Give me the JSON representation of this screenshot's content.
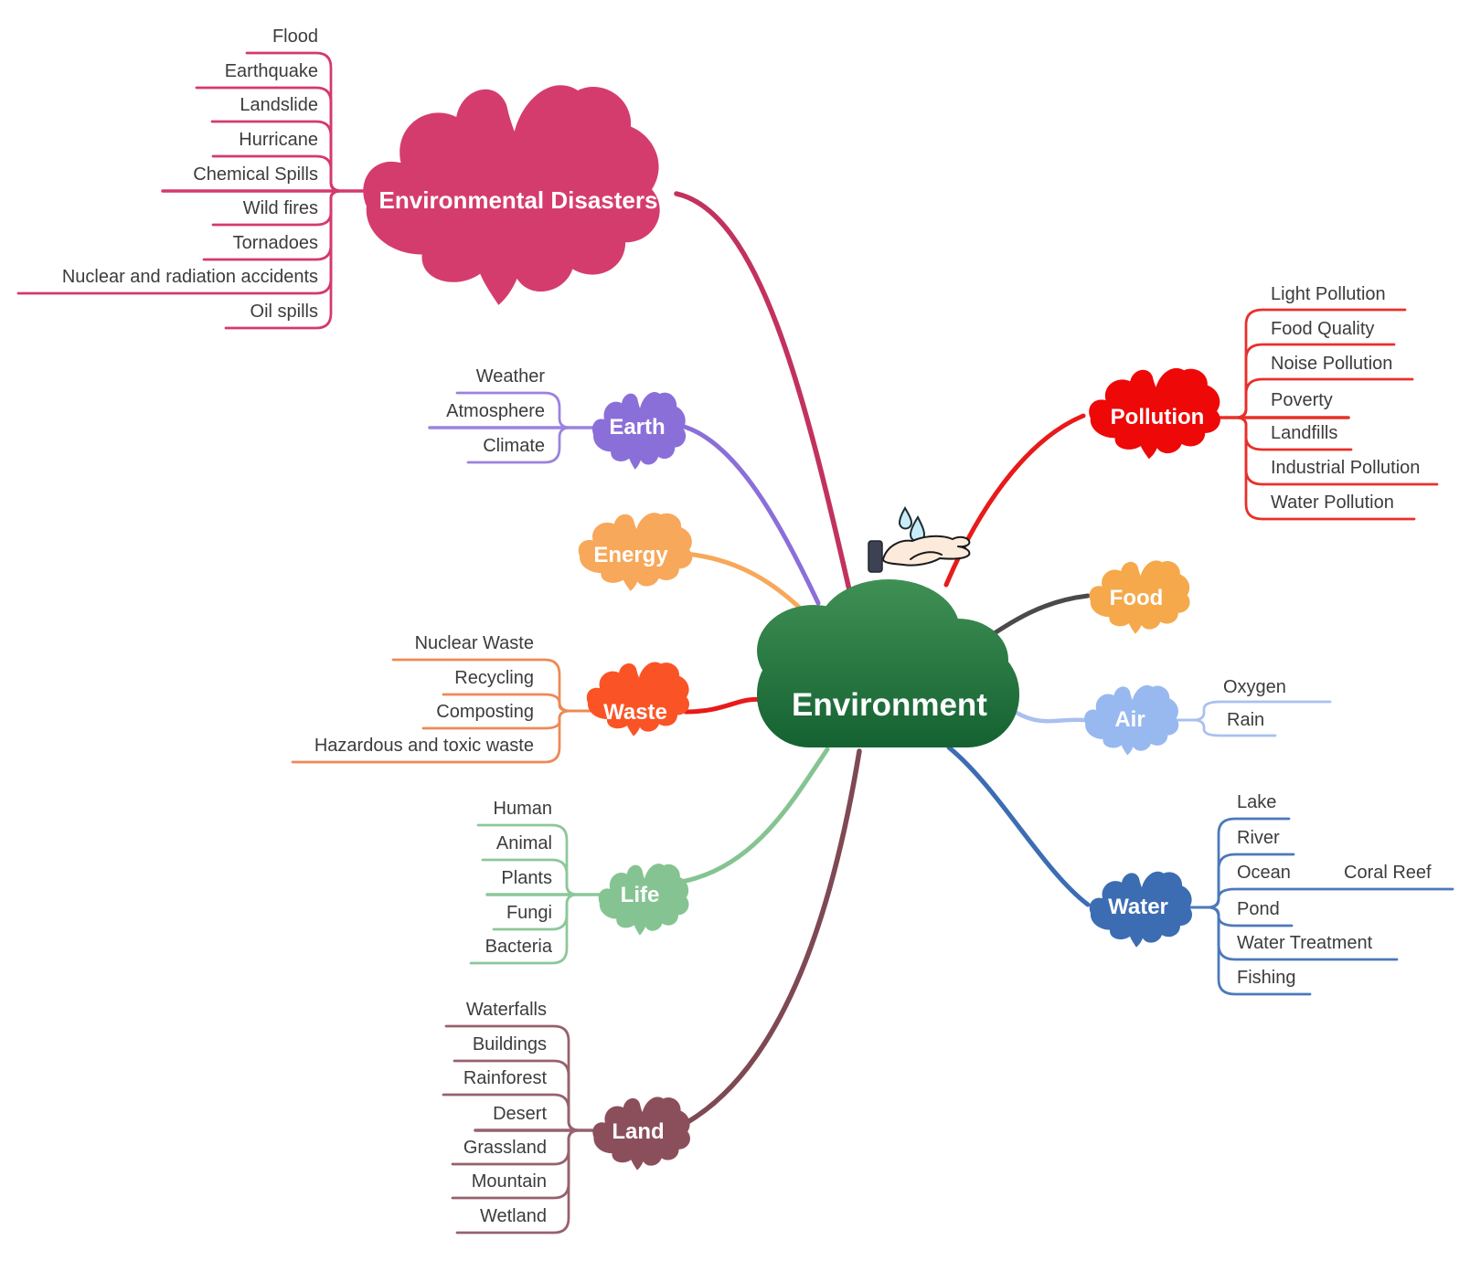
{
  "palette": {
    "background": "#FFFFFF",
    "child_text": "#3C3C3C",
    "center_top": "#449559",
    "center_bottom": "#136030",
    "center_text": "#FFFFFF"
  },
  "center": {
    "label": "Environment"
  },
  "icon": {
    "name": "hand-with-water-drops",
    "drop_color": "#C9EDF8",
    "drop_outline": "#1C2B33",
    "hand_color": "#FCEBDB",
    "hand_outline": "#1A1A1A",
    "cuff_color": "#3C4154"
  },
  "branches": [
    {
      "id": "disasters",
      "label": "Environmental Disasters",
      "color": "#D53C6E",
      "line_color": "#D5396D",
      "connector_color": "#C2325F",
      "children": [
        "Flood",
        "Earthquake",
        "Landslide",
        "Hurricane",
        "Chemical Spills",
        "Wild fires",
        "Tornadoes",
        "Nuclear and radiation accidents",
        "Oil spills"
      ]
    },
    {
      "id": "earth",
      "label": "Earth",
      "color": "#8B6FD9",
      "line_color": "#9B82DE",
      "connector_color": "#8B6FD9",
      "children": [
        "Weather",
        "Atmosphere",
        "Climate"
      ]
    },
    {
      "id": "energy",
      "label": "Energy",
      "color": "#F7A85A",
      "line_color": "#F7A85A",
      "connector_color": "#F7A85A",
      "children": []
    },
    {
      "id": "waste",
      "label": "Waste",
      "color": "#FA5426",
      "line_color": "#EC8A58",
      "connector_color": "#E81A1A",
      "children": [
        "Nuclear Waste",
        "Recycling",
        "Composting",
        "Hazardous and toxic waste"
      ]
    },
    {
      "id": "life",
      "label": "Life",
      "color": "#85C492",
      "line_color": "#8CC79A",
      "connector_color": "#85C492",
      "children": [
        "Human",
        "Animal",
        "Plants",
        "Fungi",
        "Bacteria"
      ]
    },
    {
      "id": "land",
      "label": "Land",
      "color": "#8B4F5B",
      "line_color": "#97616D",
      "connector_color": "#7E4953",
      "children": [
        "Waterfalls",
        "Buildings",
        "Rainforest",
        "Desert",
        "Grassland",
        "Mountain",
        "Wetland"
      ]
    },
    {
      "id": "pollution",
      "label": "Pollution",
      "color": "#EE0808",
      "line_color": "#E8302A",
      "connector_color": "#E81A1A",
      "children": [
        "Light Pollution",
        "Food Quality",
        "Noise Pollution",
        "Poverty",
        "Landfills",
        "Industrial Pollution",
        "Water Pollution"
      ]
    },
    {
      "id": "food",
      "label": "Food",
      "color": "#F5A94B",
      "line_color": "#F5A94B",
      "connector_color": "#4A4A4A",
      "children": []
    },
    {
      "id": "air",
      "label": "Air",
      "color": "#98B9F0",
      "line_color": "#A9C0F0",
      "connector_color": "#A9C0F0",
      "children": [
        "Oxygen",
        "Rain"
      ]
    },
    {
      "id": "water",
      "label": "Water",
      "color": "#3C6DB3",
      "line_color": "#4C79BA",
      "connector_color": "#3C6DB3",
      "children": [
        "Lake",
        "River",
        "Ocean",
        "Pond",
        "Water Treatment",
        "Fishing"
      ],
      "ocean_child": "Coral Reef"
    }
  ]
}
